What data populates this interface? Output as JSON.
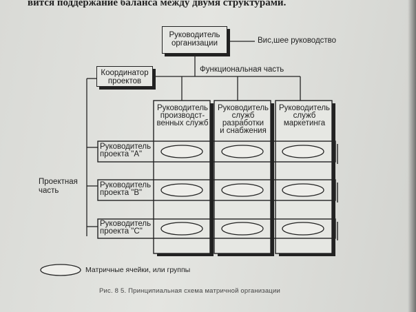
{
  "header_text": "вится поддержание баланса между двумя структурами.",
  "diagram": {
    "head_box": "Руководитель\nорганизации",
    "top_management_label": "Вис,шее руководство",
    "functional_label": "Функциональная часть",
    "coordinator_box": "Координатор\nпроектов",
    "functional_managers": [
      "Руководитель\nпроизводст-\nвенных служб",
      "Руководитель\nслужб\nразработки\nи снабжения",
      "Руководитель\nслужб\nмаркетинга"
    ],
    "project_part_label": "Проектная\nчасть",
    "project_managers": [
      "Руководитель\nпроекта \"А\"",
      "Руководитель\nпроекта \"В\"",
      "Руководитель\nпроекта \"С\""
    ],
    "legend_text": "Матричные ячейки, или группы",
    "caption": "Рис. 8 5. Принципиальная схема матричной организации"
  }
}
